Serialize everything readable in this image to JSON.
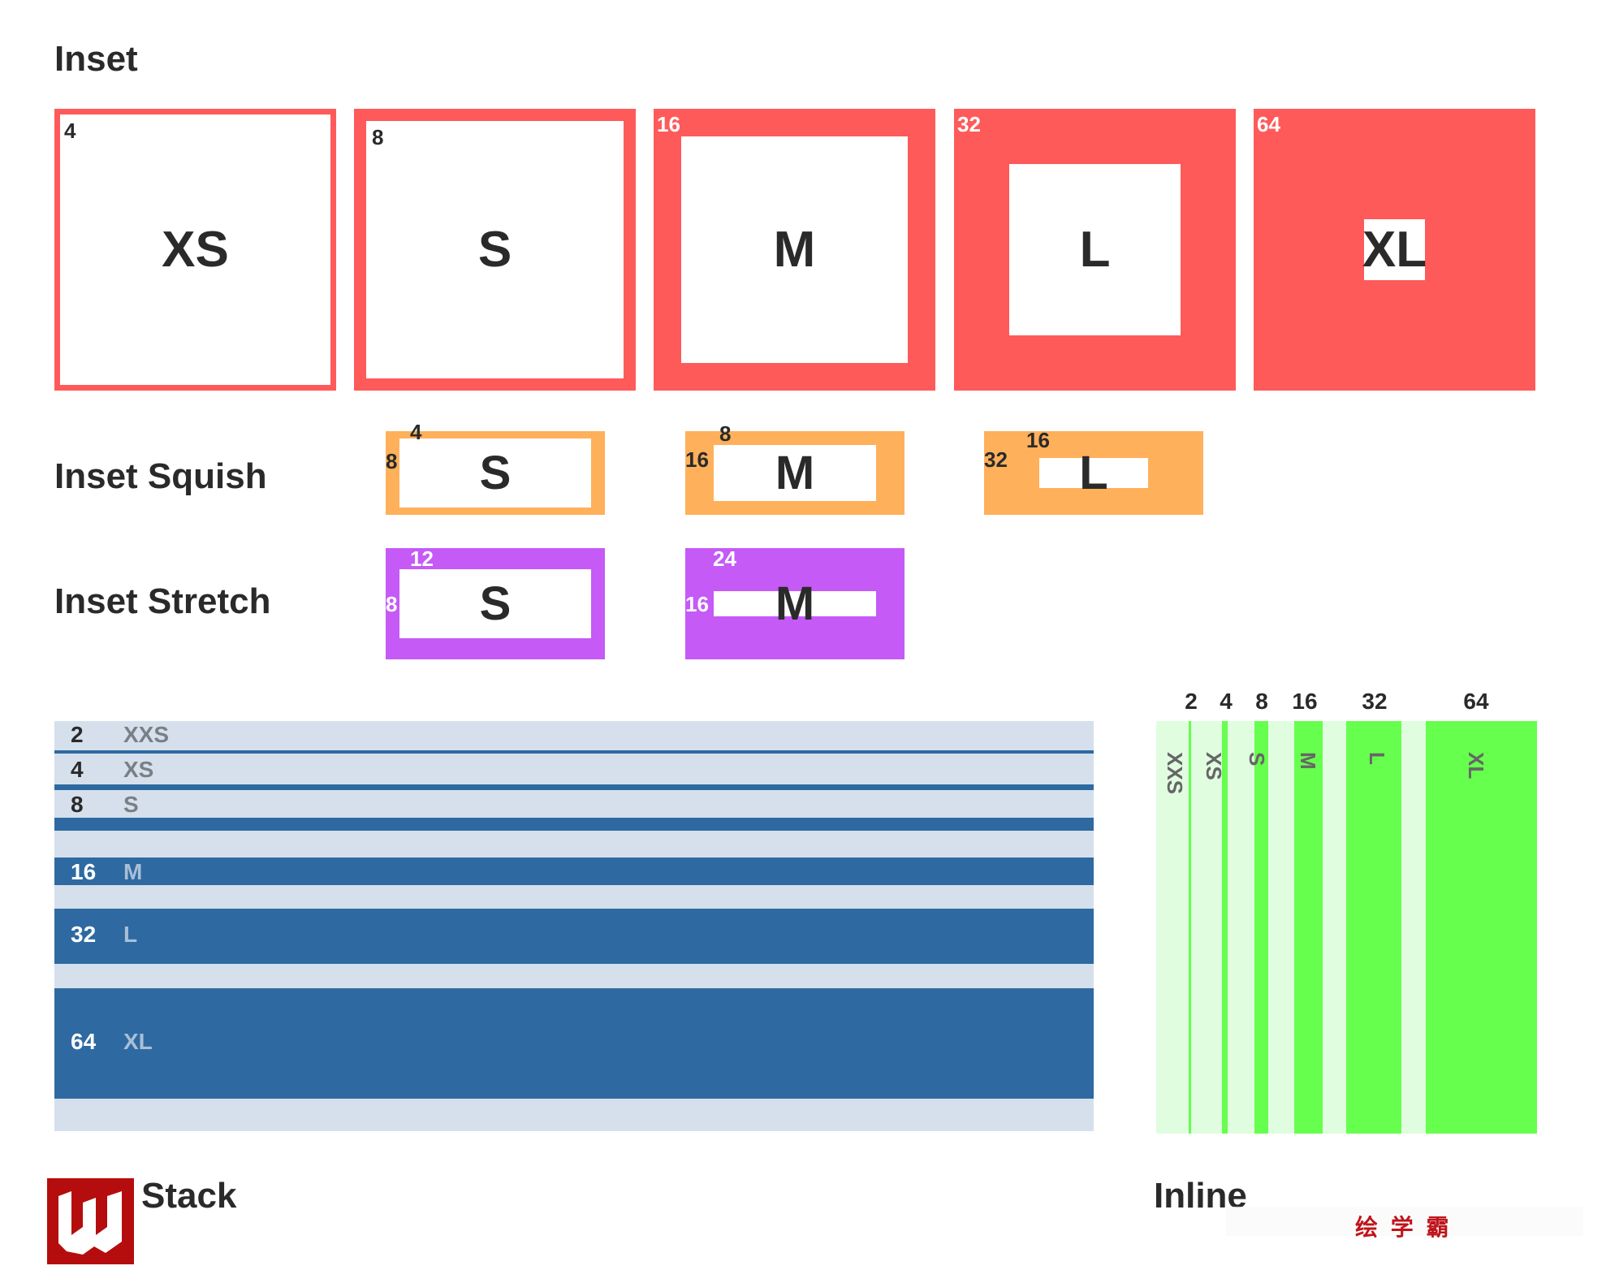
{
  "colors": {
    "inset": "#ff5a5a",
    "squish": "#ffb05a",
    "stretch": "#c55af7",
    "stack_light": "#d5e0ec",
    "stack_dark": "#2e6aa1",
    "inline_light": "#e0fde0",
    "inline_green": "#66ff4d"
  },
  "inset": {
    "title": "Inset",
    "items": [
      {
        "value": "4",
        "size": "XS"
      },
      {
        "value": "8",
        "size": "S"
      },
      {
        "value": "16",
        "size": "M"
      },
      {
        "value": "32",
        "size": "L"
      },
      {
        "value": "64",
        "size": "XL"
      }
    ]
  },
  "squish": {
    "title": "Inset Squish",
    "items": [
      {
        "vertical": "4",
        "horizontal": "8",
        "size": "S"
      },
      {
        "vertical": "8",
        "horizontal": "16",
        "size": "M"
      },
      {
        "vertical": "16",
        "horizontal": "32",
        "size": "L"
      }
    ]
  },
  "stretch": {
    "title": "Inset Stretch",
    "items": [
      {
        "vertical": "12",
        "horizontal": "8",
        "size": "S"
      },
      {
        "vertical": "24",
        "horizontal": "16",
        "size": "M"
      }
    ]
  },
  "stack": {
    "title": "Stack",
    "items": [
      {
        "value": "2",
        "size": "XXS"
      },
      {
        "value": "4",
        "size": "XS"
      },
      {
        "value": "8",
        "size": "S"
      },
      {
        "value": "16",
        "size": "M"
      },
      {
        "value": "32",
        "size": "L"
      },
      {
        "value": "64",
        "size": "XL"
      }
    ]
  },
  "inline": {
    "title": "Inline",
    "items": [
      {
        "value": "2",
        "size": "XXS"
      },
      {
        "value": "4",
        "size": "XS"
      },
      {
        "value": "8",
        "size": "S"
      },
      {
        "value": "16",
        "size": "M"
      },
      {
        "value": "32",
        "size": "L"
      },
      {
        "value": "64",
        "size": "XL"
      }
    ]
  },
  "watermark": {
    "text": "绘 学 霸",
    "logo": "W"
  }
}
